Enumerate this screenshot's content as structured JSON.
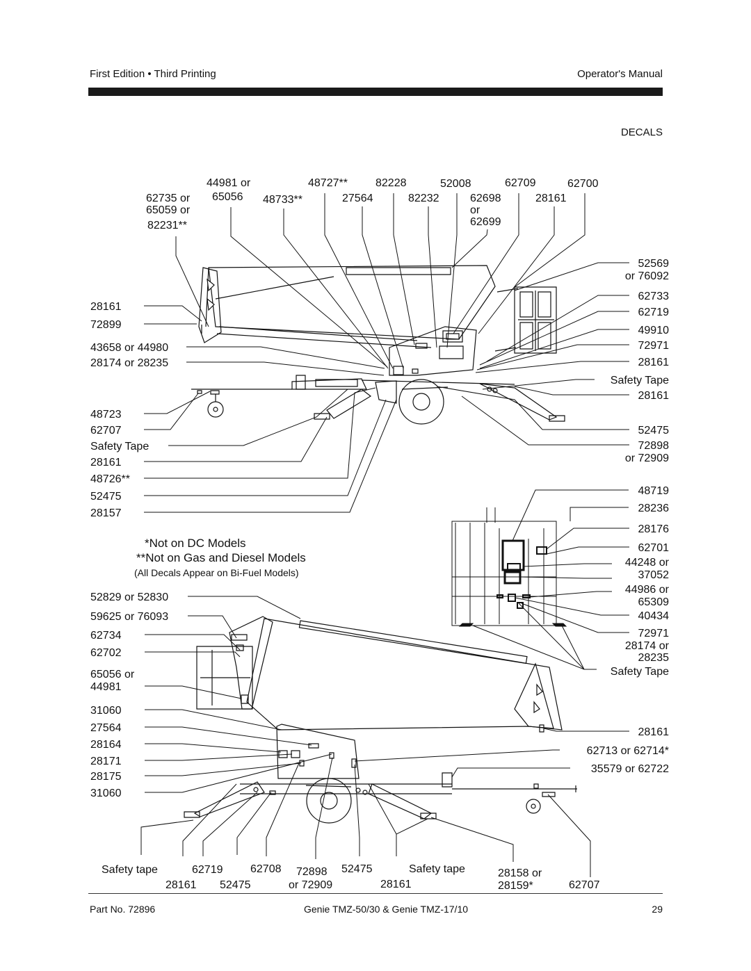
{
  "header": {
    "edition": "First Edition • Third Printing",
    "manual": "Operator's Manual",
    "section": "DECALS"
  },
  "footer": {
    "part": "Part No. 72896",
    "model": "Genie TMZ-50/30 & Genie TMZ-17/10",
    "page": "29"
  },
  "notes": {
    "not_dc": "*Not on DC Models",
    "not_gas": "**Not on Gas and Diesel Models",
    "all_decals": "(All Decals Appear on Bi-Fuel Models)"
  },
  "top_labels": {
    "l44981": "44981 or",
    "l65056": "65056",
    "l62735": "62735 or",
    "l65059": "65059 or",
    "l82231": "82231**",
    "l48733": "48733**",
    "l48727": "48727**",
    "l27564": "27564",
    "l82228": "82228",
    "l82232": "82232",
    "l52008": "52008",
    "l62709": "62709",
    "l62698": "62698",
    "l_or": "or",
    "l62699": "62699",
    "l62700": "62700",
    "l28161": "28161"
  },
  "left_labels": {
    "a": "28161",
    "b": "72899",
    "c": "43658 or 44980",
    "d": "28174 or 28235",
    "e": "48723",
    "f": "62707",
    "g": "Safety Tape",
    "h": "28161",
    "i": "48726**",
    "j": "52475",
    "k": "28157"
  },
  "right_labels": {
    "a1": "52569",
    "a2": "or 76092",
    "b": "62733",
    "c": "62719",
    "d": "49910",
    "e": "72971",
    "f": "28161",
    "g": "Safety Tape",
    "h": "28161",
    "i": "52475",
    "j1": "72898",
    "j2": "or 72909"
  },
  "platform_labels": {
    "a": "48719",
    "b": "28236",
    "c": "28176",
    "d": "62701",
    "e1": "44248 or",
    "e2": "37052",
    "f1": "44986 or",
    "f2": "65309",
    "g": "40434",
    "h": "72971",
    "i1": "28174 or",
    "i2": "28235",
    "j": "Safety Tape"
  },
  "lower_left_labels": {
    "a": "52829 or 52830",
    "b": "59625 or 76093",
    "c": "62734",
    "d": "62702",
    "e1": "65056 or",
    "e2": "44981",
    "f": "31060",
    "g": "27564",
    "h": "28164",
    "i": "28171",
    "j": "28175",
    "k": "31060"
  },
  "lower_right_labels": {
    "a": "28161",
    "b": "62713 or 62714*",
    "c": "35579 or 62722"
  },
  "bottom_labels": {
    "a1": "Safety tape",
    "a2": "28161",
    "b1": "62719",
    "b2": "52475",
    "c1": "62708",
    "c2": "72898",
    "c3": "or 72909",
    "d1": "52475",
    "d2": "28161",
    "e1": "Safety tape",
    "f1": "28158 or",
    "f2": "28159*",
    "g": "62707"
  }
}
